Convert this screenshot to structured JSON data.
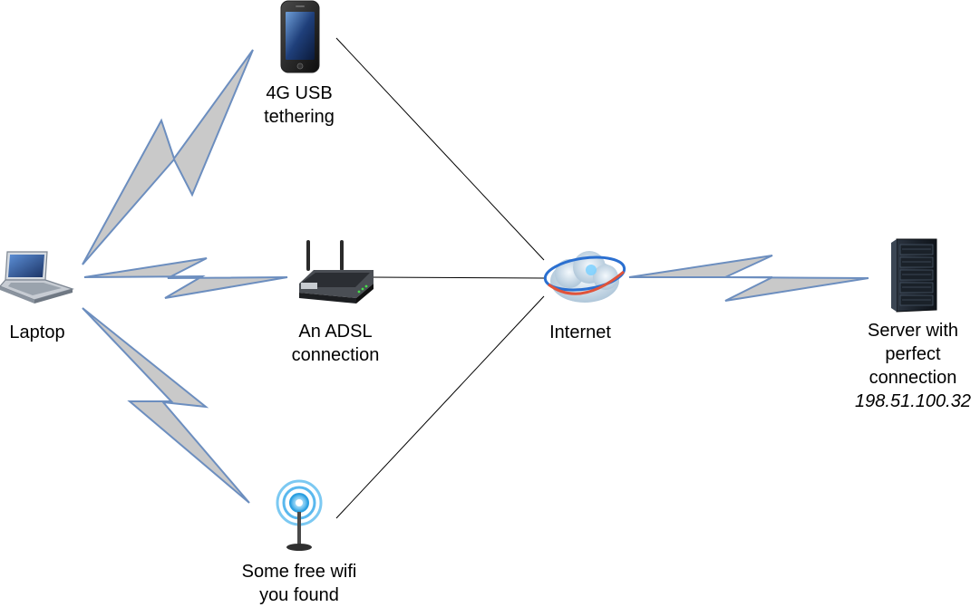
{
  "nodes": {
    "laptop": {
      "label_lines": [
        "Laptop"
      ],
      "icon": "laptop-icon"
    },
    "phone": {
      "label_lines": [
        "4G USB",
        "tethering"
      ],
      "icon": "smartphone-icon"
    },
    "router": {
      "label_lines": [
        "An ADSL",
        "connection"
      ],
      "icon": "wireless-router-icon"
    },
    "wifi": {
      "label_lines": [
        "Some free wifi",
        "you found"
      ],
      "icon": "wifi-antenna-icon"
    },
    "internet": {
      "label_lines": [
        "Internet"
      ],
      "icon": "internet-cloud-icon"
    },
    "server": {
      "label_lines": [
        "Server with",
        "perfect",
        "connection"
      ],
      "ip": "198.51.100.32",
      "icon": "server-rack-icon"
    }
  },
  "links": [
    {
      "from": "laptop",
      "to": "phone",
      "type": "wireless"
    },
    {
      "from": "laptop",
      "to": "router",
      "type": "wireless"
    },
    {
      "from": "laptop",
      "to": "wifi",
      "type": "wireless"
    },
    {
      "from": "phone",
      "to": "internet",
      "type": "wired"
    },
    {
      "from": "router",
      "to": "internet",
      "type": "wired"
    },
    {
      "from": "wifi",
      "to": "internet",
      "type": "wired"
    },
    {
      "from": "internet",
      "to": "server",
      "type": "wireless"
    }
  ],
  "colors": {
    "bolt_fill": "#c9c9c9",
    "bolt_stroke": "#6c8ebf",
    "wire": "#000000"
  }
}
